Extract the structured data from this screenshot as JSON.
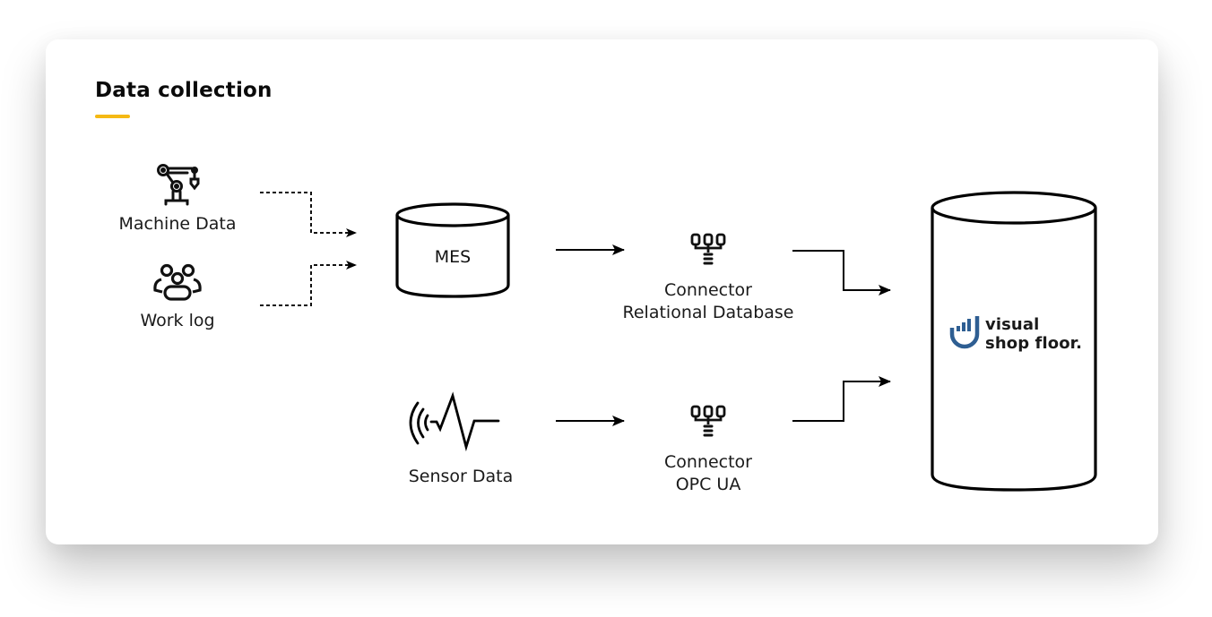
{
  "title": "Data collection",
  "colors": {
    "accent": "#f5b914",
    "logo_blue": "#2e5e92",
    "ink": "#111111"
  },
  "sources": [
    {
      "label": "Machine Data",
      "icon": "robot-arm-icon"
    },
    {
      "label": "Work log",
      "icon": "people-group-icon"
    },
    {
      "label": "Sensor Data",
      "icon": "sensor-wave-icon"
    }
  ],
  "mes": {
    "label": "MES",
    "shape": "database-cylinder"
  },
  "connectors": [
    {
      "line1": "Connector",
      "line2": "Relational Database",
      "icon": "connector-hub-icon"
    },
    {
      "line1": "Connector",
      "line2": "OPC UA",
      "icon": "connector-hub-icon"
    }
  ],
  "target": {
    "logo_line1": "visual",
    "logo_line2": "shop floor.",
    "shape": "database-cylinder"
  },
  "edges": [
    {
      "from": "Machine Data",
      "to": "MES",
      "style": "dashed"
    },
    {
      "from": "Work log",
      "to": "MES",
      "style": "dashed"
    },
    {
      "from": "MES",
      "to": "Connector Relational Database",
      "style": "solid"
    },
    {
      "from": "Sensor Data",
      "to": "Connector OPC UA",
      "style": "solid"
    },
    {
      "from": "Connector Relational Database",
      "to": "visual shop floor.",
      "style": "solid"
    },
    {
      "from": "Connector OPC UA",
      "to": "visual shop floor.",
      "style": "solid"
    }
  ]
}
